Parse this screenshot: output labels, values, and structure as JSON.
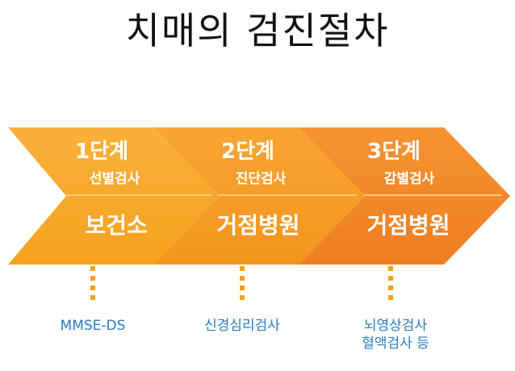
{
  "title": "치매의 검진절차",
  "stages": [
    {
      "step": "1단계",
      "test": "선별검사",
      "place": "보건소",
      "tools": [
        "MMSE-DS"
      ]
    },
    {
      "step": "2단계",
      "test": "진단검사",
      "place": "거점병원",
      "tools": [
        "신경심리검사"
      ]
    },
    {
      "step": "3단계",
      "test": "감별검사",
      "place": "거점병원",
      "tools": [
        "뇌영상검사",
        "혈액검사 등"
      ]
    }
  ],
  "colors": {
    "stage1_light": "#fbb03b",
    "stage1_dark": "#f7a21b",
    "stage2_light": "#f9a535",
    "stage2_dark": "#f39a1e",
    "stage3_light": "#f59331",
    "stage3_dark": "#f08224",
    "divider": "#ffd9a0",
    "dots": "#f7a21b",
    "tool_text": "#2a7bbf"
  }
}
